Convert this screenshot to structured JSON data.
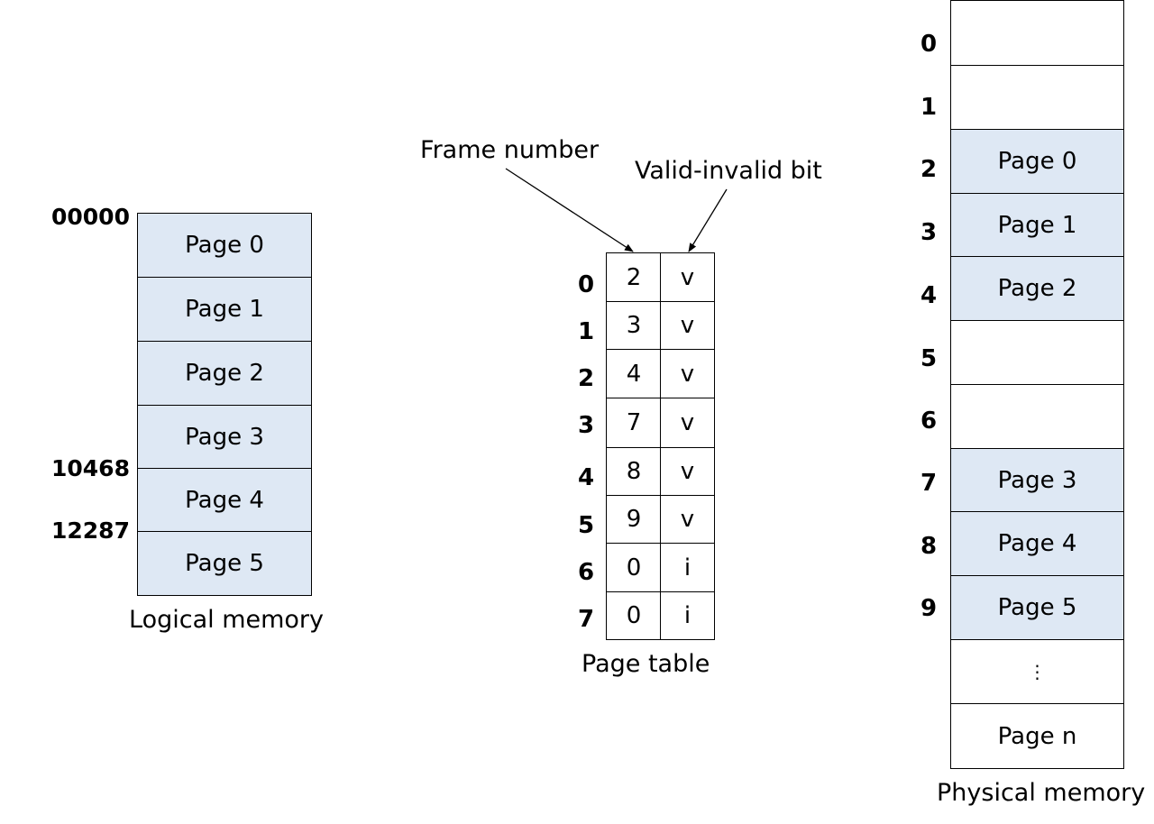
{
  "logical_memory": {
    "caption": "Logical memory",
    "addresses": [
      "00000",
      "10468",
      "12287"
    ],
    "pages": [
      "Page 0",
      "Page 1",
      "Page 2",
      "Page 3",
      "Page 4",
      "Page 5"
    ]
  },
  "page_table": {
    "caption": "Page table",
    "frame_number_label": "Frame number",
    "valid_bit_label": "Valid-invalid bit",
    "indices": [
      "0",
      "1",
      "2",
      "3",
      "4",
      "5",
      "6",
      "7"
    ],
    "frames": [
      "2",
      "3",
      "4",
      "7",
      "8",
      "9",
      "0",
      "0"
    ],
    "valid_bits": [
      "v",
      "v",
      "v",
      "v",
      "v",
      "v",
      "i",
      "i"
    ]
  },
  "physical_memory": {
    "caption": "Physical memory",
    "frame_indices": [
      "0",
      "1",
      "2",
      "3",
      "4",
      "5",
      "6",
      "7",
      "8",
      "9",
      "",
      ""
    ],
    "frames": [
      "",
      "",
      "Page 0",
      "Page 1",
      "Page 2",
      "",
      "",
      "Page 3",
      "Page 4",
      "Page 5",
      "⋮",
      "Page n"
    ]
  },
  "colors": {
    "page_fill": "#dee8f4",
    "border": "#000000"
  }
}
